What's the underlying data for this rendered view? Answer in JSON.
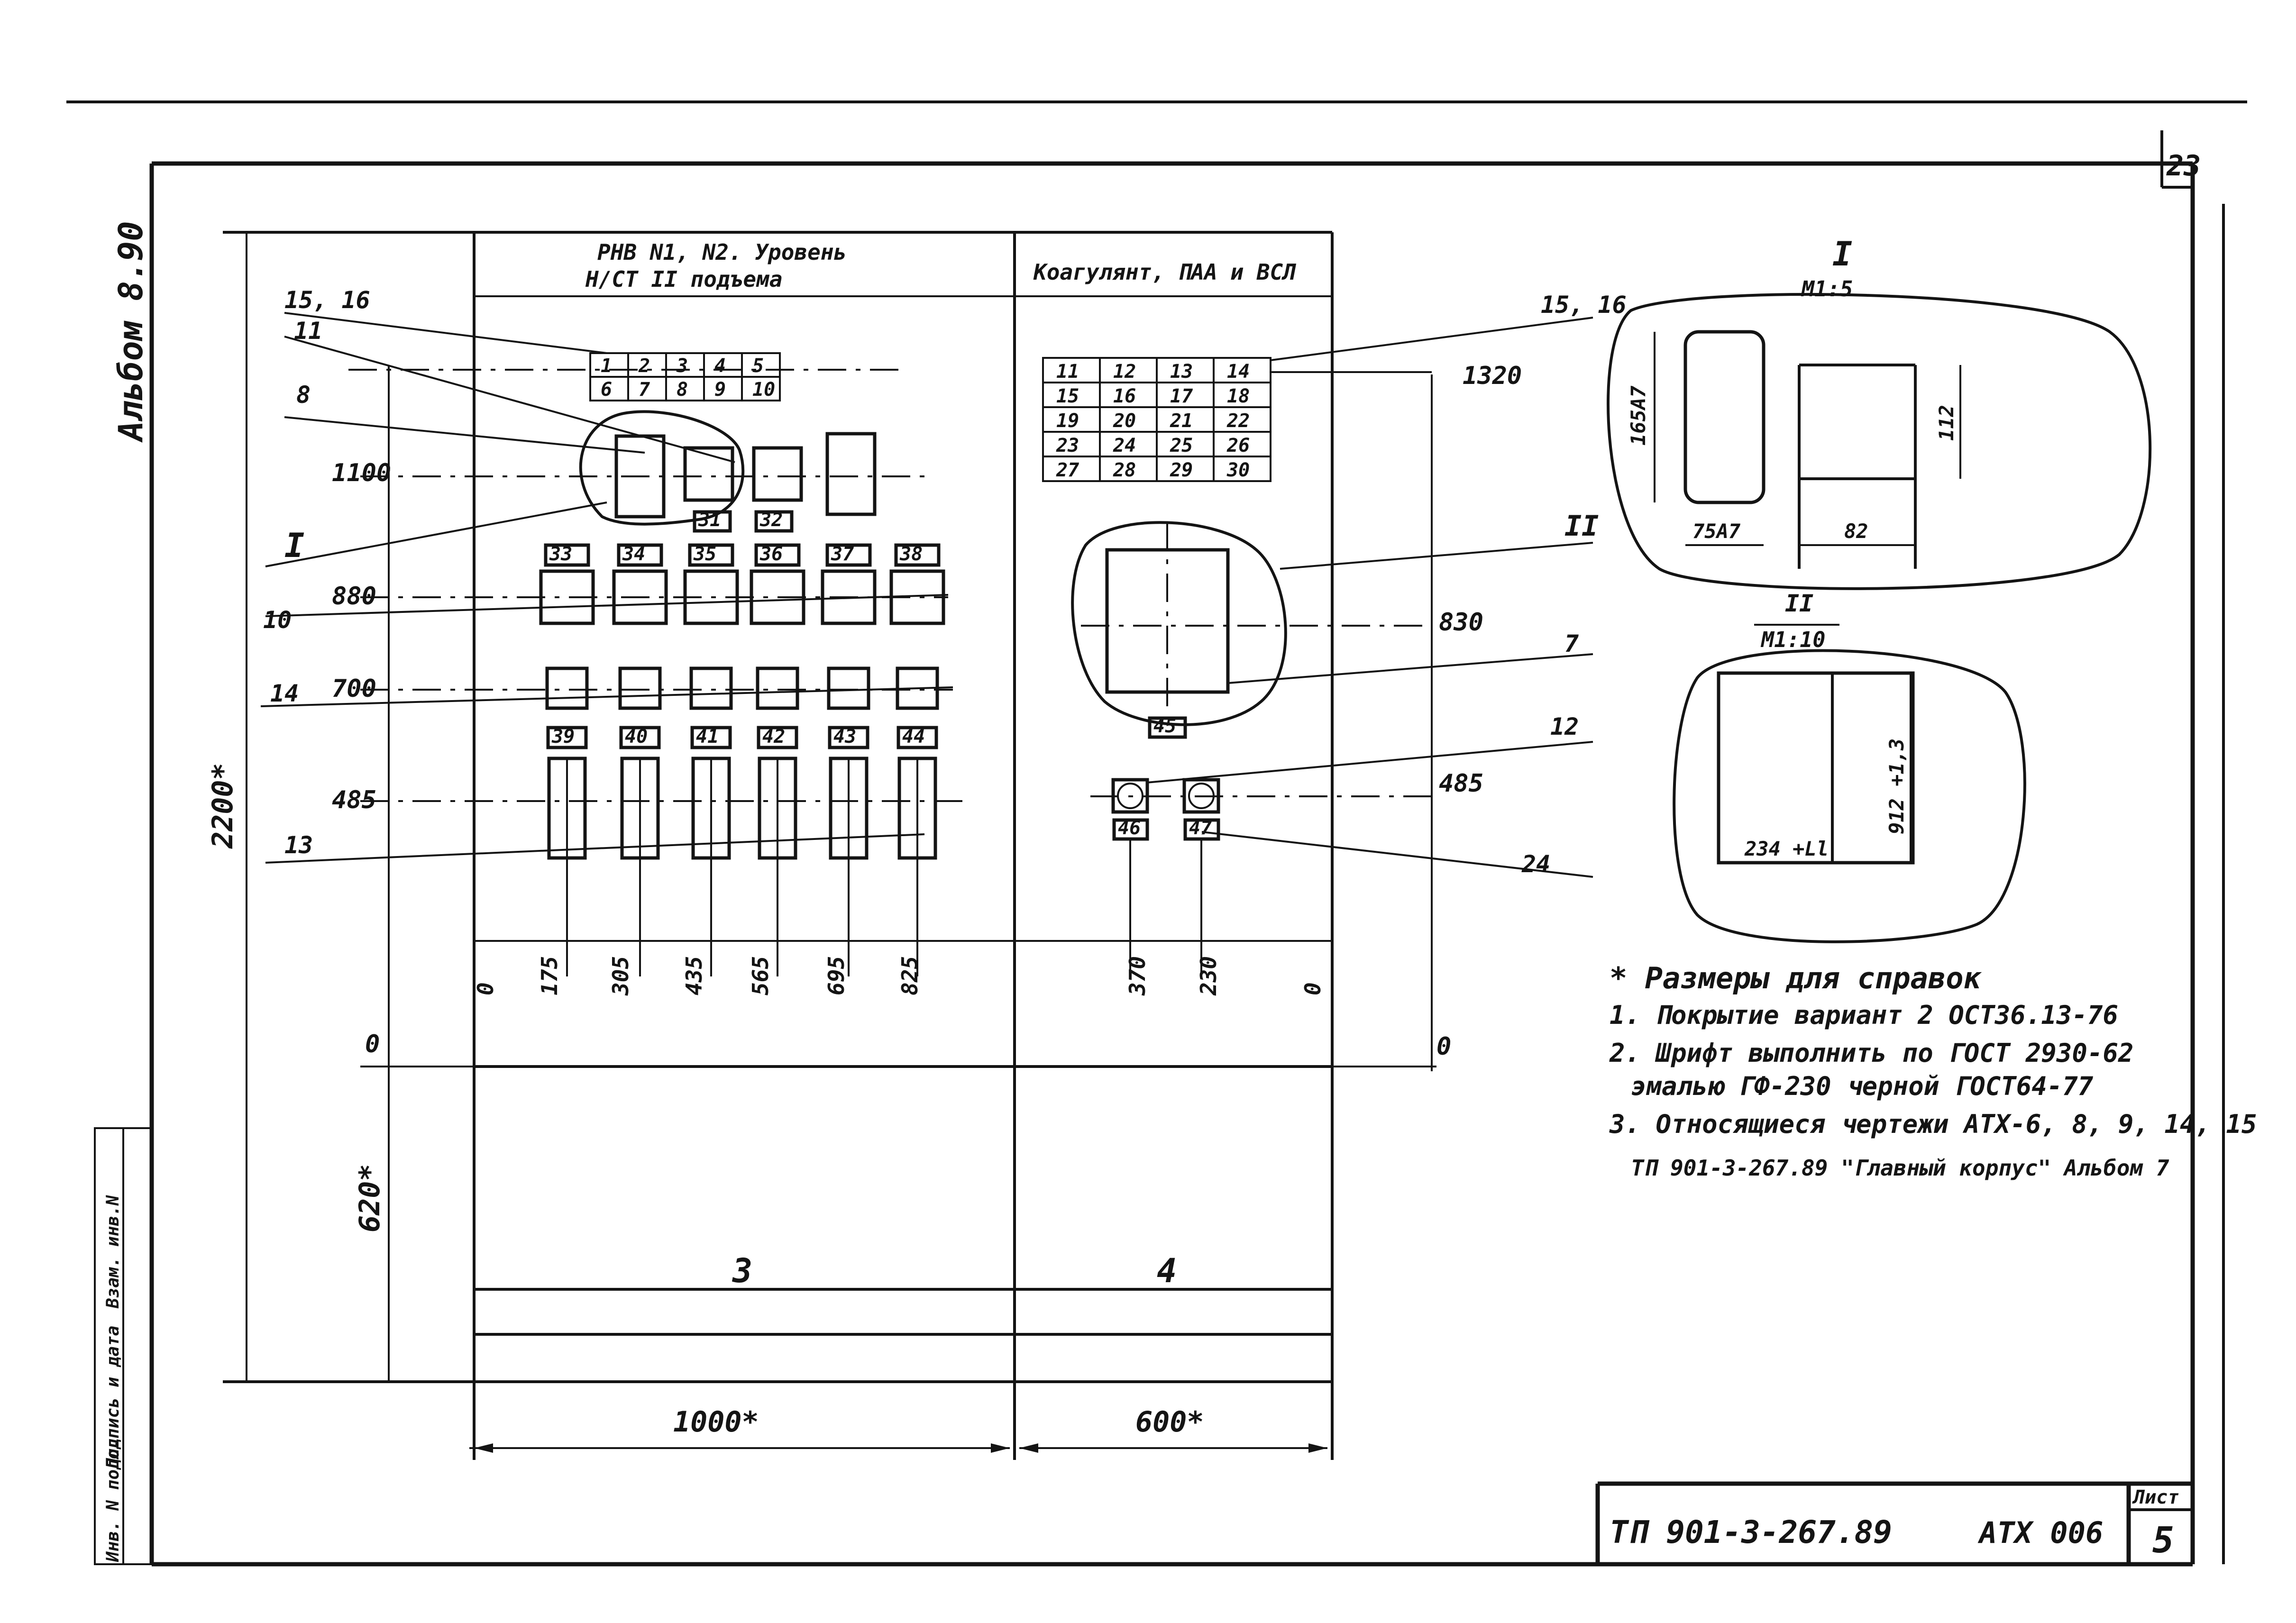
{
  "sheet_number_corner": "23",
  "album_label": "Альбом 8.90",
  "side_stamp": {
    "inv_no": "Инв. N подл.",
    "signature_date": "Подпись и дата",
    "replaces_inv": "Взам. инв.N"
  },
  "panels": {
    "left_header_line1": "РНВ N1, N2. Уровень",
    "left_header_line2": "Н/СТ II подъема",
    "right_header": "Коагулянт, ПАА и ВСЛ",
    "left_section_no": "3",
    "right_section_no": "4",
    "left_width": "1000*",
    "right_width": "600*"
  },
  "nameplate_grid_left": [
    [
      "1",
      "2",
      "3",
      "4",
      "5"
    ],
    [
      "6",
      "7",
      "8",
      "9",
      "10"
    ]
  ],
  "nameplate_grid_right": [
    [
      "11",
      "12",
      "13",
      "14"
    ],
    [
      "15",
      "16",
      "17",
      "18"
    ],
    [
      "19",
      "20",
      "21",
      "22"
    ],
    [
      "23",
      "24",
      "25",
      "26"
    ],
    [
      "27",
      "28",
      "29",
      "30"
    ]
  ],
  "tags": {
    "row_a": [
      "31",
      "32"
    ],
    "row_b": [
      "33",
      "34",
      "35",
      "36",
      "37",
      "38"
    ],
    "row_c": [
      "39",
      "40",
      "41",
      "42",
      "43",
      "44"
    ],
    "right_display": "45",
    "right_indicators": [
      "46",
      "47"
    ]
  },
  "levels_left": [
    "1100",
    "880",
    "700",
    "485",
    "0"
  ],
  "levels_right": [
    "1320",
    "830",
    "485",
    "0"
  ],
  "height_total": "2200*",
  "height_base": "620*",
  "horizontal_dims_left": [
    "0",
    "175",
    "305",
    "435",
    "565",
    "695",
    "825"
  ],
  "horizontal_dims_right": [
    "370",
    "230",
    "0"
  ],
  "callouts": {
    "c15_16": "15, 16",
    "c11": "11",
    "c8": "8",
    "cI": "I",
    "c10": "10",
    "c14": "14",
    "c13": "13",
    "r15_16": "15, 16",
    "rII": "II",
    "r7": "7",
    "r12": "12",
    "r24": "24"
  },
  "detail_I": {
    "title": "I",
    "scale": "М1:5",
    "dim_height": "165А7",
    "dim_width": "75А7",
    "dim_plate_h": "112",
    "dim_plate_w": "82"
  },
  "detail_II": {
    "title": "II",
    "scale": "М1:10",
    "dim_height": "912 +1,3",
    "dim_width": "234 +Ll"
  },
  "notes": {
    "heading": "* Размеры для справок",
    "items": [
      "1. Покрытие вариант 2 ОСТ36.13-76",
      "2. Шрифт выполнить по ГОСТ 2930-62",
      "эмалью ГФ-230 черной ГОСТ64-77",
      "3. Относящиеся чертежи АТХ-6, 8, 9, 14, 15",
      "ТП 901-3-267.89 \"Главный корпус\" Альбом 7"
    ]
  },
  "title_block": {
    "doc_code": "ТП 901-3-267.89",
    "drawing_code": "АТХ 006",
    "sheet_label": "Лист",
    "sheet_no": "5"
  }
}
